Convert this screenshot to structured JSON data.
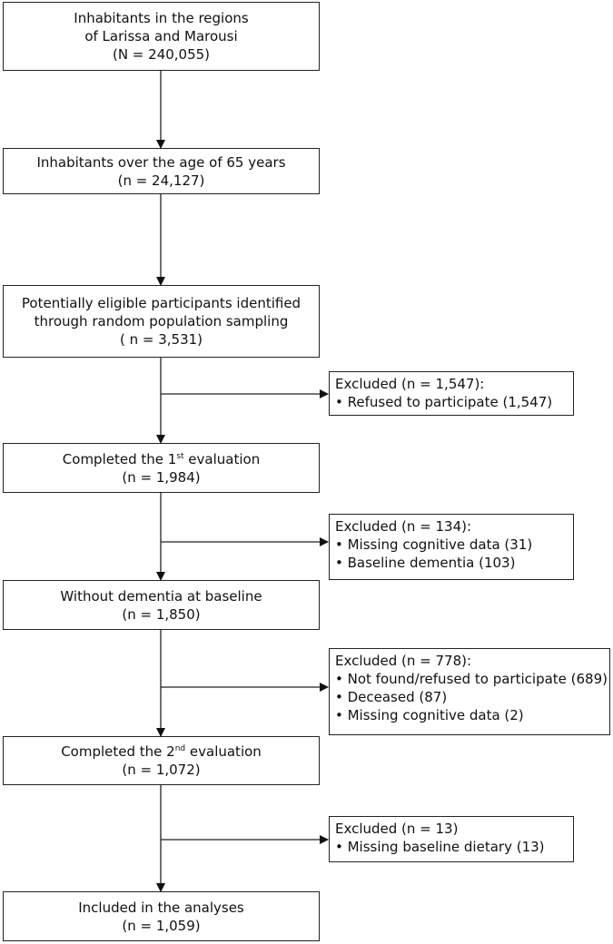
{
  "flow": {
    "step1": {
      "lines": [
        "Inhabitants in the regions",
        "of Larissa and Marousi",
        "(N = 240,055)"
      ]
    },
    "step2": {
      "lines": [
        "Inhabitants over the age of 65 years",
        "(n = 24,127)"
      ]
    },
    "step3": {
      "lines": [
        "Potentially eligible participants identified",
        "through random population sampling",
        "( n = 3,531)"
      ]
    },
    "step4": {
      "pre": "Completed the 1",
      "sup": "st",
      "post": " evaluation",
      "count": "(n = 1,984)"
    },
    "step5": {
      "lines": [
        "Without dementia at baseline",
        "(n = 1,850)"
      ]
    },
    "step6": {
      "pre": "Completed the 2",
      "sup": "nd",
      "post": " evaluation",
      "count": "(n = 1,072)"
    },
    "step7": {
      "lines": [
        "Included in the analyses",
        "(n = 1,059)"
      ]
    }
  },
  "exclusions": {
    "ex1": {
      "lines": [
        "Excluded (n = 1,547):",
        "• Refused to participate (1,547)"
      ]
    },
    "ex2": {
      "lines": [
        "Excluded (n = 134):",
        "• Missing cognitive data (31)",
        "• Baseline dementia (103)"
      ]
    },
    "ex3": {
      "lines": [
        "Excluded (n = 778):",
        "• Not found/refused to participate (689)",
        "• Deceased (87)",
        "• Missing cognitive data (2)"
      ]
    },
    "ex4": {
      "lines": [
        "Excluded (n = 13)",
        "• Missing baseline dietary (13)"
      ]
    }
  },
  "colors": {
    "line": "#222222",
    "background": "#ffffff"
  }
}
